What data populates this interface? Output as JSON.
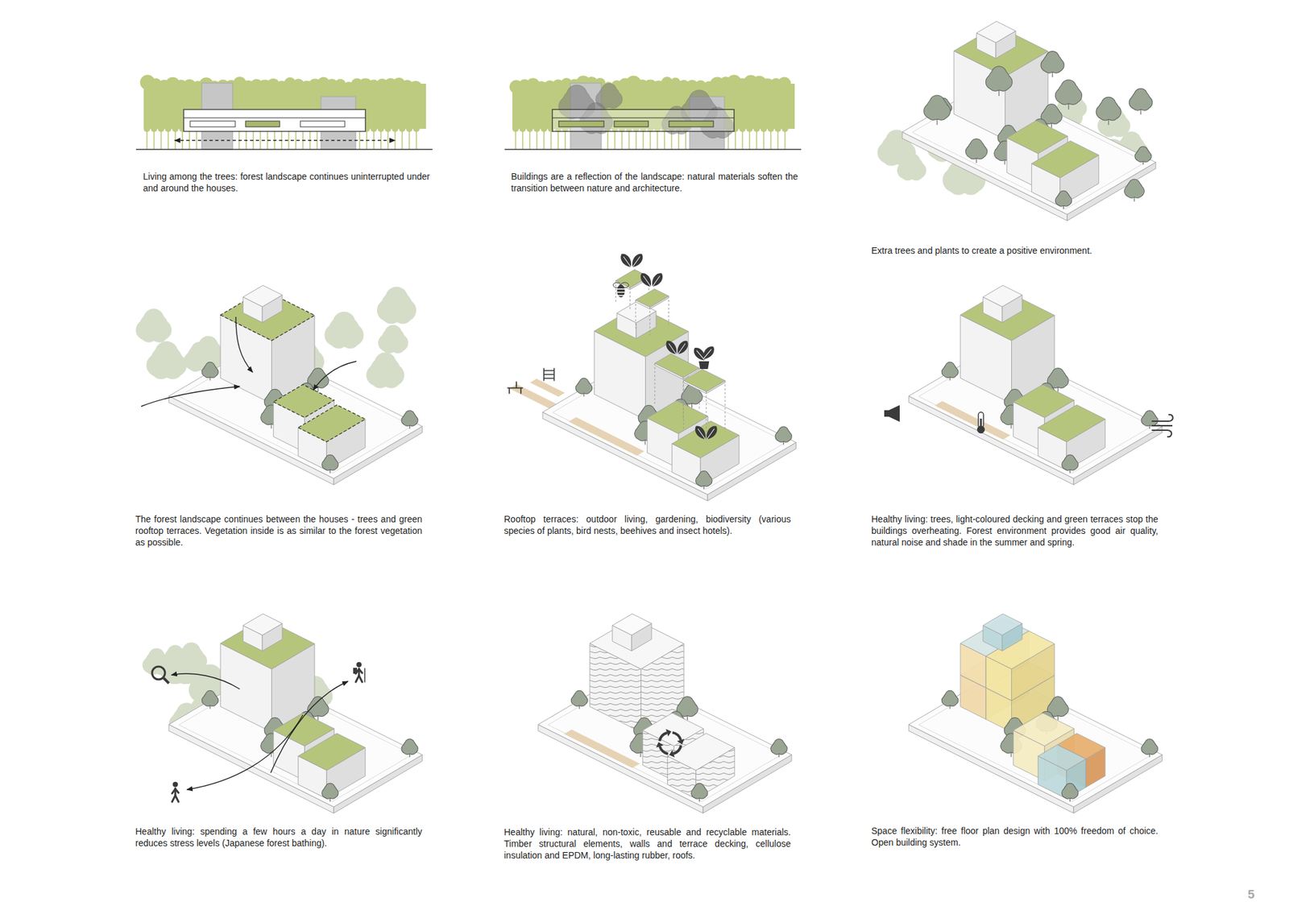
{
  "diagram": {
    "labels": [
      "Living among the trees: forest landscape continues uninterrupted under and around the houses.",
      "Buildings are a reflection of the landscape: natural materials soften the transition between nature and architecture.",
      "Extra trees and plants to create a positive environment.",
      "The forest landscape continues between the houses - trees and green rooftop terraces. Vegetation inside is as similar to the forest vegetation as possible.",
      "Rooftop terraces: outdoor living, gardening, biodiversity (various species of plants, bird nests, beehives and insect hotels).",
      "Healthy living: trees, light-coloured decking and green terraces stop the buildings overheating. Forest environment provides good air quality, natural noise and shade in the summer and spring.",
      "Healthy living: spending a few hours a day in nature significantly reduces stress levels (Japanese forest bathing).",
      "Healthy living: natural, non-toxic, reusable and recyclable materials. Timber structural elements, walls and terrace decking, cellulose insulation and EPDM, long-lasting rubber, roofs.",
      "Space flexibility: free floor plan design with 100% freedom of choice. Open building system.",
      "5"
    ]
  }
}
